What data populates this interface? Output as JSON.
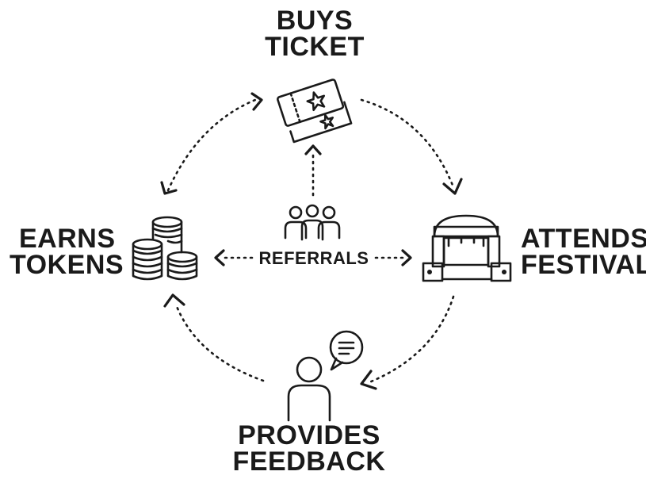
{
  "nodes": {
    "buys_ticket": {
      "line1": "BUYS",
      "line2": "TICKET",
      "icon": "tickets-icon"
    },
    "attends_festival": {
      "line1": "ATTENDS",
      "line2": "FESTIVAL",
      "icon": "stage-icon"
    },
    "provides_feedback": {
      "line1": "PROVIDES",
      "line2": "FEEDBACK",
      "icon": "person-speech-icon"
    },
    "earns_tokens": {
      "line1": "EARNS",
      "line2": "TOKENS",
      "icon": "coins-icon"
    }
  },
  "center": {
    "label": "REFERRALS",
    "icon": "group-icon"
  },
  "colors": {
    "ink": "#1a1a1a",
    "background": "#ffffff"
  }
}
